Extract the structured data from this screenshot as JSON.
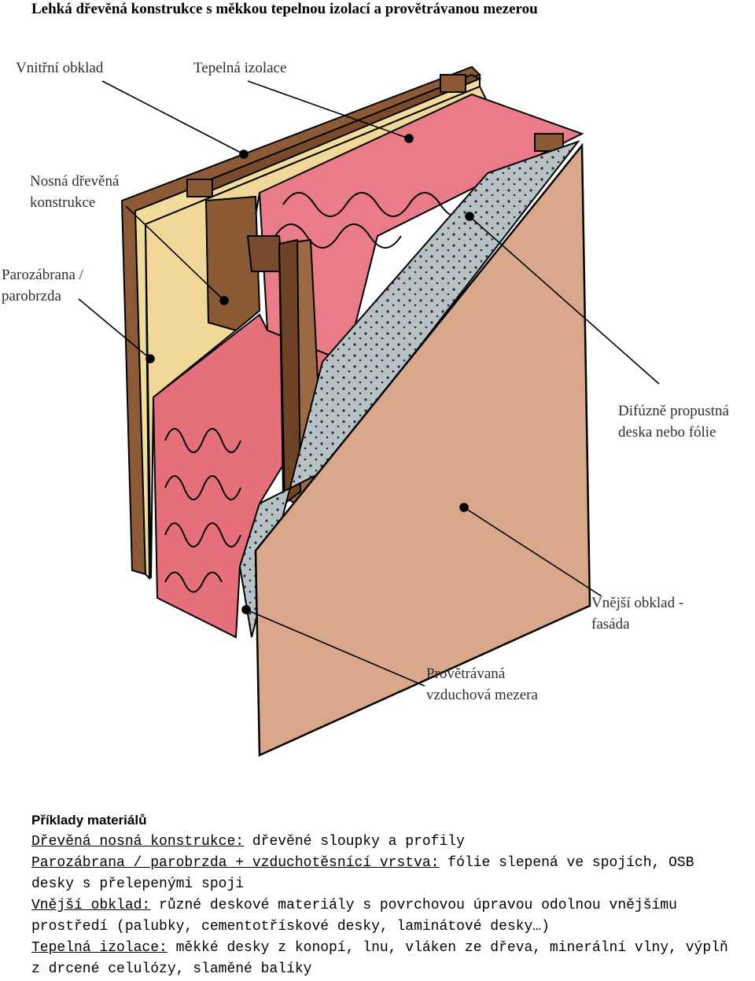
{
  "title": "Lehká dřevěná konstrukce s měkkou tepelnou izolací a provětrávanou mezerou",
  "labels": {
    "inner_lining": "Vnitřní obklad",
    "thermal_insulation": "Tepelná izolace",
    "load_bearing_1": "Nosná dřevěná",
    "load_bearing_2": "konstrukce",
    "vapour_barrier_1": "Parozábrana /",
    "vapour_barrier_2": "parobrzda",
    "diffusion_board_1": "Difúzně propustná",
    "diffusion_board_2": "deska nebo fólie",
    "outer_cladding_1": "Vnější obklad -",
    "outer_cladding_2": "fasáda",
    "ventilated_gap_1": "Provětrávaná",
    "ventilated_gap_2": "vzduchová mezera"
  },
  "materials": {
    "heading": "Příklady materiálů",
    "items": [
      {
        "key": "Dřevěná nosná konstrukce:",
        "text": " dřevěné sloupky a profily"
      },
      {
        "key": "Parozábrana / parobrzda + vzduchotěsnící vrstva:",
        "text": " fólie slepená ve spojích, OSB desky s přelepenými spoji"
      },
      {
        "key": "Vnější obklad:",
        "text": " různé deskové materiály s povrchovou úpravou odolnou vnějšímu prostředí (palubky, cementotřískové desky, laminátové desky…)"
      },
      {
        "key": "Tepelná izolace:",
        "text": " měkké desky z konopí, lnu, vláken ze dřeva, minerální vlny, výplň z drcené celulózy, slaměné balíky"
      }
    ]
  },
  "colors": {
    "wood": "#7a4a2c",
    "inner_board": "#f1dc9c",
    "insulation": "#e87b86",
    "membrane": "#b8c2c6",
    "cladding": "#d9a88a"
  }
}
